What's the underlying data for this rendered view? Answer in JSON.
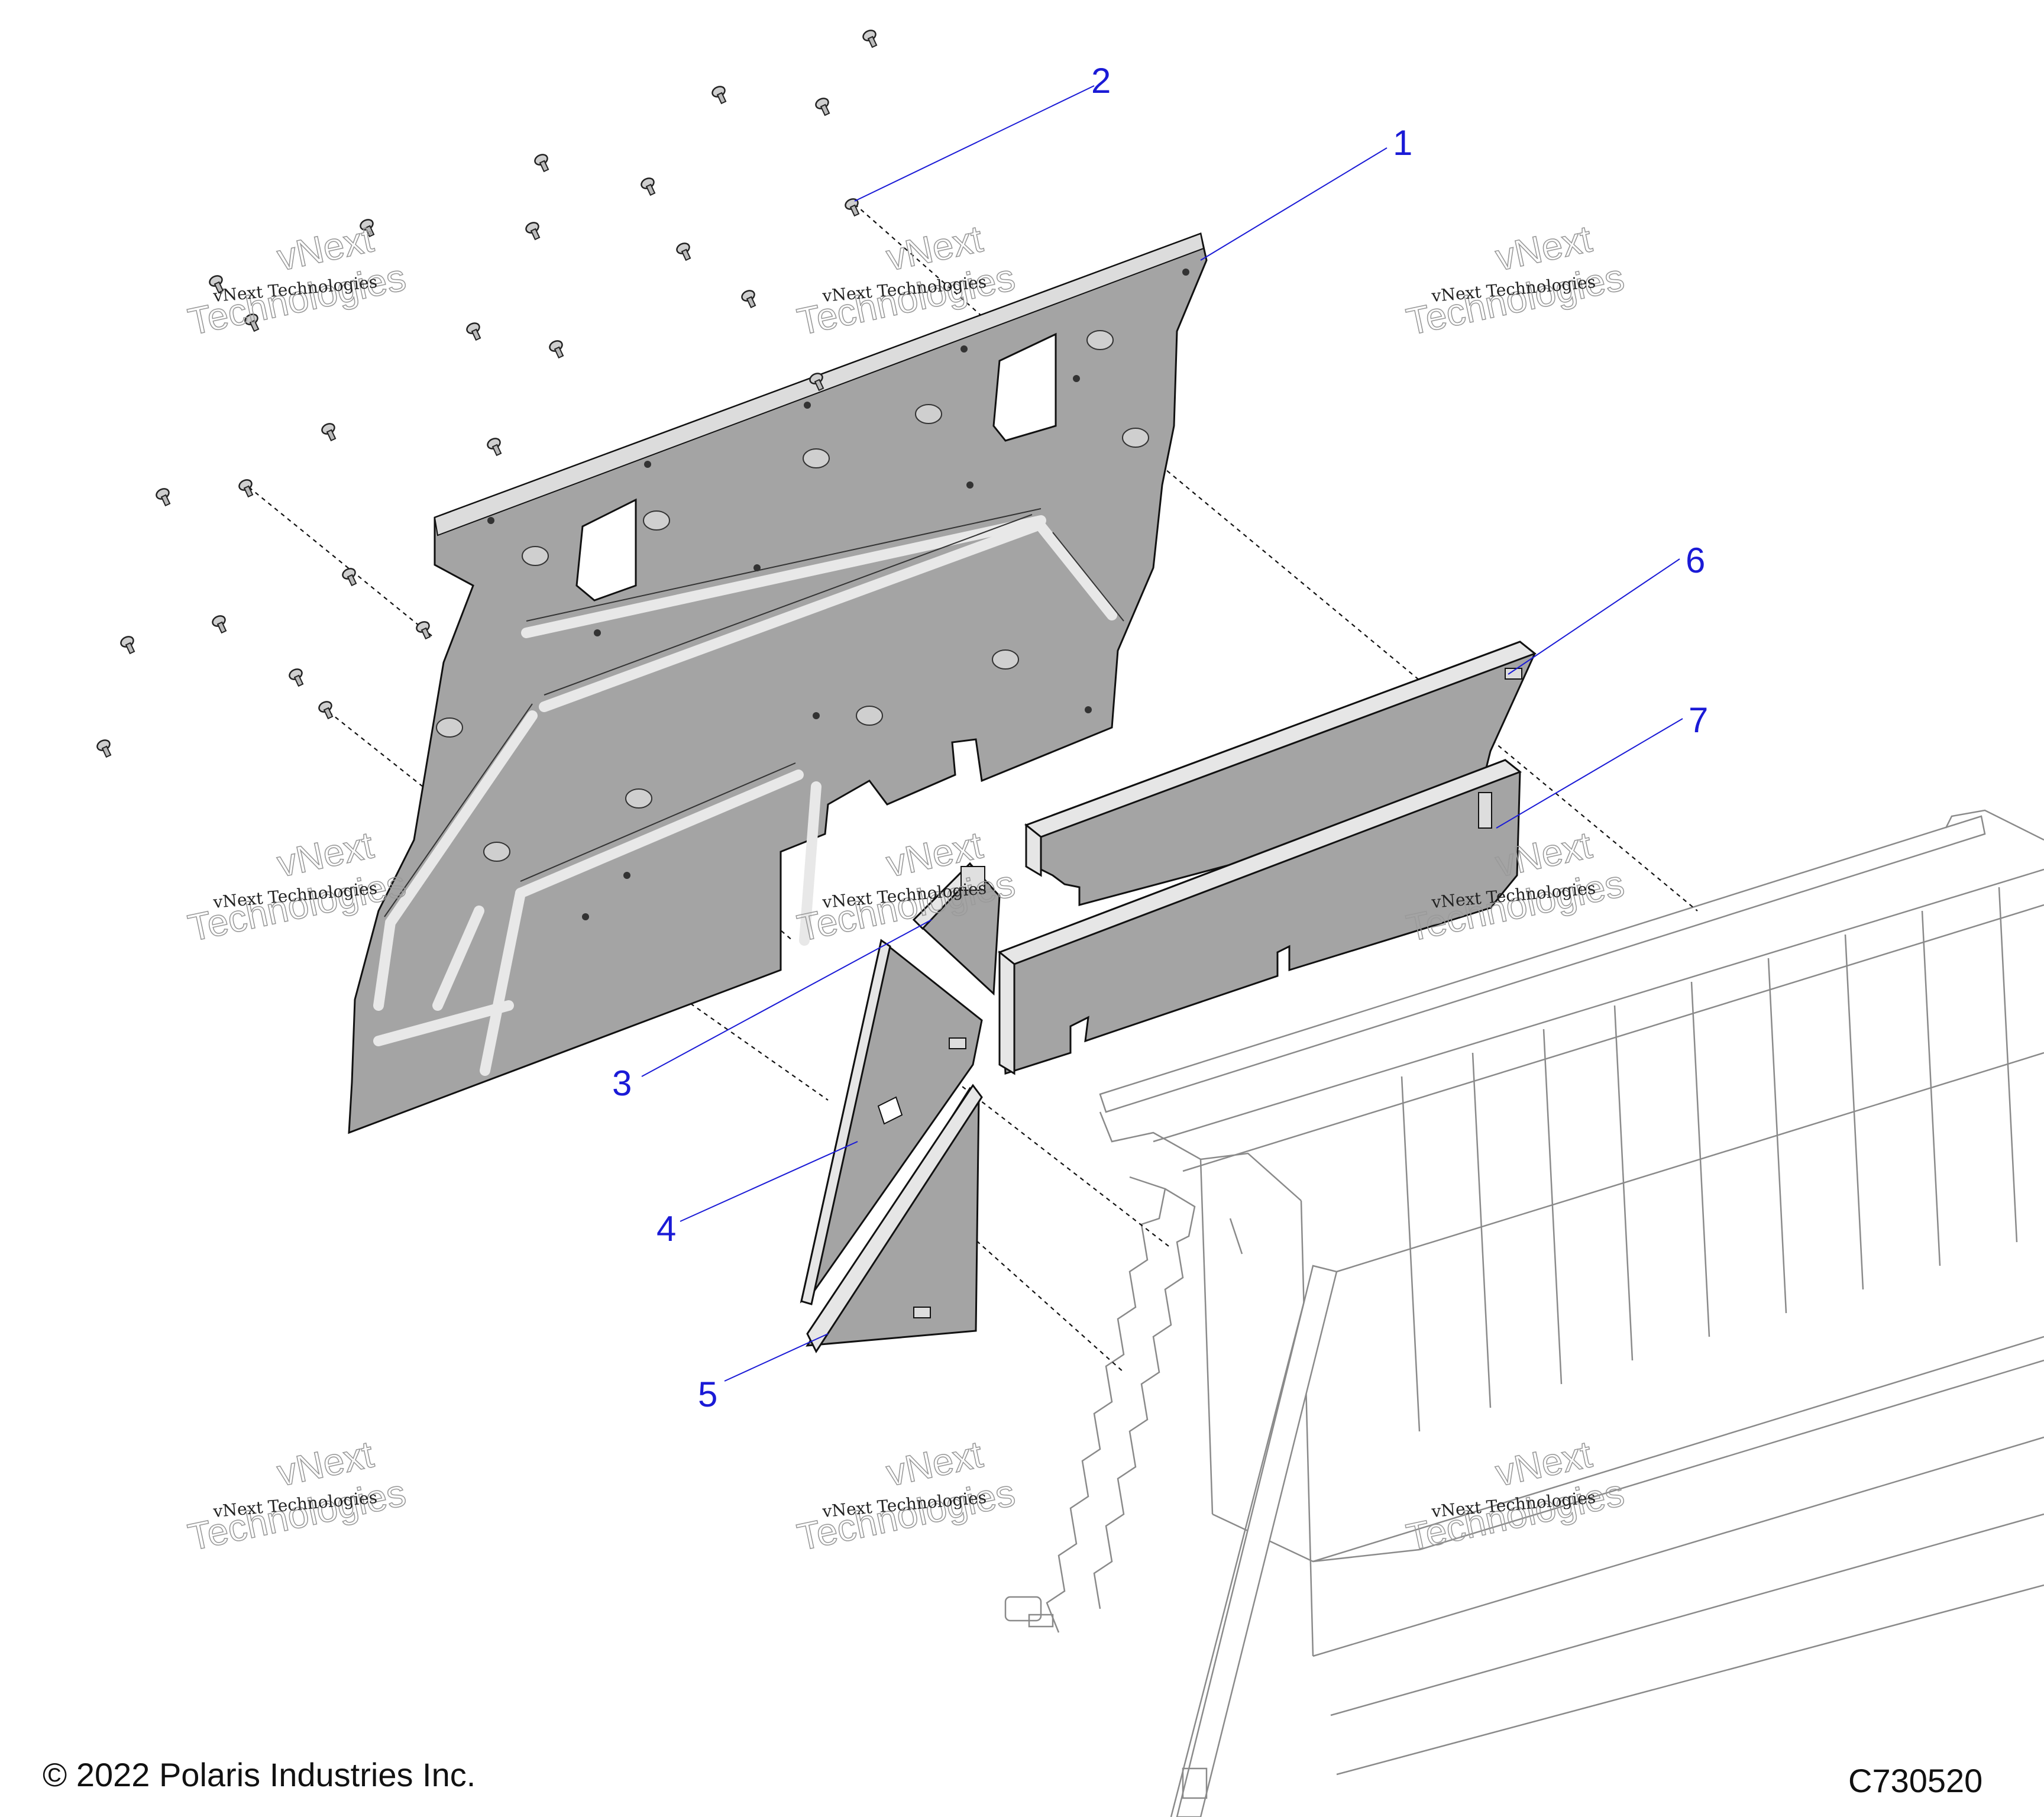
{
  "callouts": [
    {
      "label": "1"
    },
    {
      "label": "2"
    },
    {
      "label": "3"
    },
    {
      "label": "4"
    },
    {
      "label": "5"
    },
    {
      "label": "6"
    },
    {
      "label": "7"
    }
  ],
  "watermark": {
    "line1": "vNext Technologies",
    "line2": "vNext",
    "line3": "Technologies"
  },
  "footer": {
    "copyright": "© 2022 Polaris Industries Inc.",
    "figure_id": "C730520"
  },
  "colors": {
    "part_fill": "#a4a4a4",
    "part_light": "#e2e2e2",
    "callout": "#1a1ad6",
    "line": "#111111"
  }
}
